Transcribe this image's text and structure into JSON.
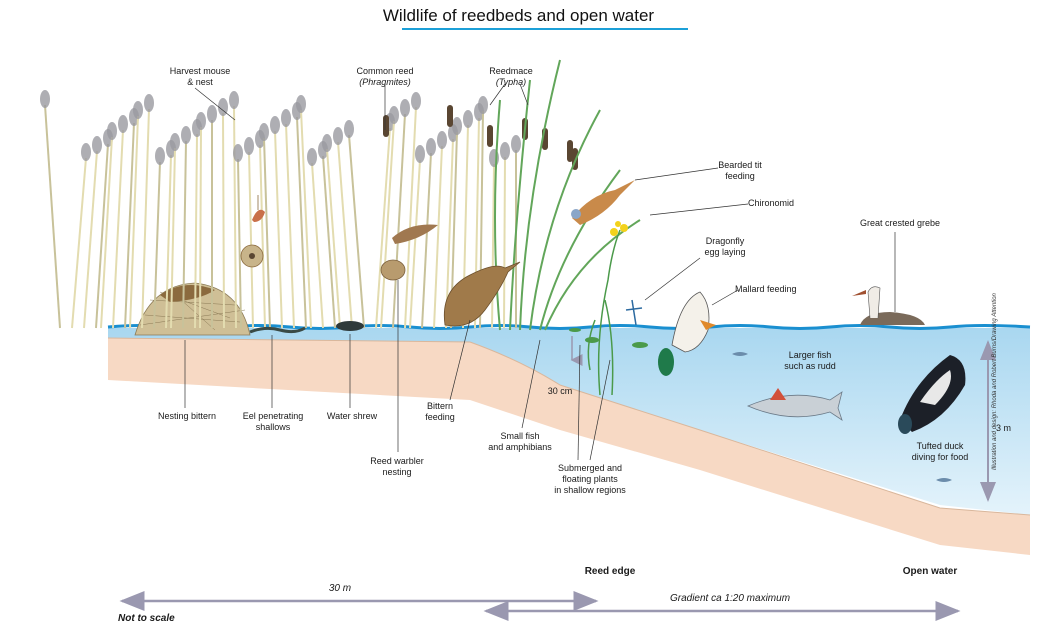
{
  "title": "Wildlife of reedbeds and open water",
  "labels": {
    "harvest_mouse": [
      "Harvest mouse",
      "& nest"
    ],
    "common_reed": [
      "Common reed",
      "(Phragmites)"
    ],
    "reedmace": [
      "Reedmace",
      "(Typha)"
    ],
    "bearded_tit": [
      "Bearded tit",
      "feeding"
    ],
    "chironomid": "Chironomid",
    "great_crested_grebe": "Great crested grebe",
    "dragonfly": [
      "Dragonfly",
      "egg laying"
    ],
    "mallard": "Mallard feeding",
    "larger_fish": [
      "Larger fish",
      "such as rudd"
    ],
    "tufted_duck": [
      "Tufted duck",
      "diving for food"
    ],
    "depth_3m": "3 m",
    "depth_30cm": "30 cm",
    "nesting_bittern": "Nesting bittern",
    "eel": [
      "Eel penetrating",
      "shallows"
    ],
    "water_shrew": "Water shrew",
    "bittern_feeding": [
      "Bittern",
      "feeding"
    ],
    "reed_warbler": [
      "Reed warbler",
      "nesting"
    ],
    "small_fish": [
      "Small fish",
      "and amphibians"
    ],
    "submerged_plants": [
      "Submerged and",
      "floating plants",
      "in shallow regions"
    ]
  },
  "footer": {
    "reed_edge": "Reed edge",
    "open_water": "Open water",
    "distance": "30 m",
    "gradient": "Gradient ca 1:20 maximum",
    "not_to_scale": "Not to scale"
  },
  "credit": "Illustration and design: Rhoda and Robert Burns/Drawing Attention",
  "colors": {
    "title_rule": "#1ca0d8",
    "water": "#c9e6f5",
    "water_surface": "#1a8fd0",
    "mud": "#f7d9c4",
    "reed_stem": "#e3dcb0",
    "reed_leaf": "#62a65a",
    "arrow": "#9a98b0"
  }
}
